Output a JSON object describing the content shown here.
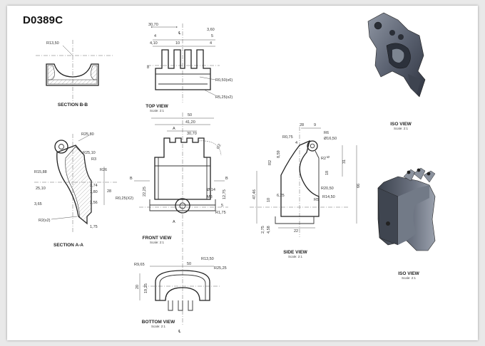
{
  "drawing_id": "D0389C",
  "views": {
    "section_bb": {
      "title": "SECTION B-B"
    },
    "top": {
      "title": "TOP VIEW",
      "scale": "Scale: 2:1"
    },
    "section_aa": {
      "title": "SECTION A-A"
    },
    "front": {
      "title": "FRONT VIEW",
      "scale": "Scale: 2:1"
    },
    "side": {
      "title": "SIDE VIEW",
      "scale": "Scale: 2:1"
    },
    "bottom": {
      "title": "BOTTOM VIEW",
      "scale": "Scale: 2:1"
    },
    "iso1": {
      "title": "ISO VIEW",
      "scale": "Scale: 2:1"
    },
    "iso2": {
      "title": "ISO VIEW",
      "scale": "Scale: 2:1"
    }
  },
  "dims": {
    "bb": {
      "r1350": "R13,50"
    },
    "top": {
      "d3070": "30,70",
      "d360": "3,60",
      "d4a": "4",
      "d5": "5",
      "d410": "4,10",
      "d10": "10",
      "d4b": "4",
      "d8": "8",
      "r050": "R0,50(x6)",
      "r525": "R5,25(x2)",
      "cl": "℄"
    },
    "aa": {
      "r2580": "R25,80",
      "r2510": "R25,10",
      "r3": "R3",
      "r1588": "R15,88",
      "r26": "R26",
      "r2510b": "25,10",
      "d274": "2,74",
      "d180": "1,80",
      "d28": "28",
      "d365": "3,65",
      "d256": "2,56",
      "r2x2": "R2(x2)",
      "d175": "1,75"
    },
    "front": {
      "d50": "50",
      "d4120": "41,20",
      "d3070": "30,70",
      "a1": "A",
      "a2": "A",
      "b1": "B",
      "b2": "B",
      "r025": "R0,25(X2)",
      "d2225": "22,25",
      "d14": "Ø 14",
      "m8": "M8",
      "d1275": "12,75",
      "r175": "R1,75",
      "d5": "5",
      "sym": "⊙2"
    },
    "side": {
      "d28": "28",
      "d9": "9",
      "r075": "R0,75",
      "r6": "R6",
      "d1650": "Ø16,50",
      "d4": "4",
      "d859": "8,59",
      "r2a": "R2",
      "r2b": "R2",
      "d6": "6",
      "d18": "18",
      "d31": "31",
      "d66": "66",
      "d4746": "47,46",
      "d10": "10",
      "d625": "6,25",
      "r2050": "R20,50",
      "r5": "R5",
      "r1450": "R14,50",
      "d275": "2,75",
      "d458": "4,58",
      "d22": "22"
    },
    "bottom": {
      "r1350": "R13,50",
      "r965": "R9,65",
      "d50": "50",
      "r2525": "R25,25",
      "d20": "20",
      "d1925": "19,25",
      "cl": "℄"
    }
  }
}
